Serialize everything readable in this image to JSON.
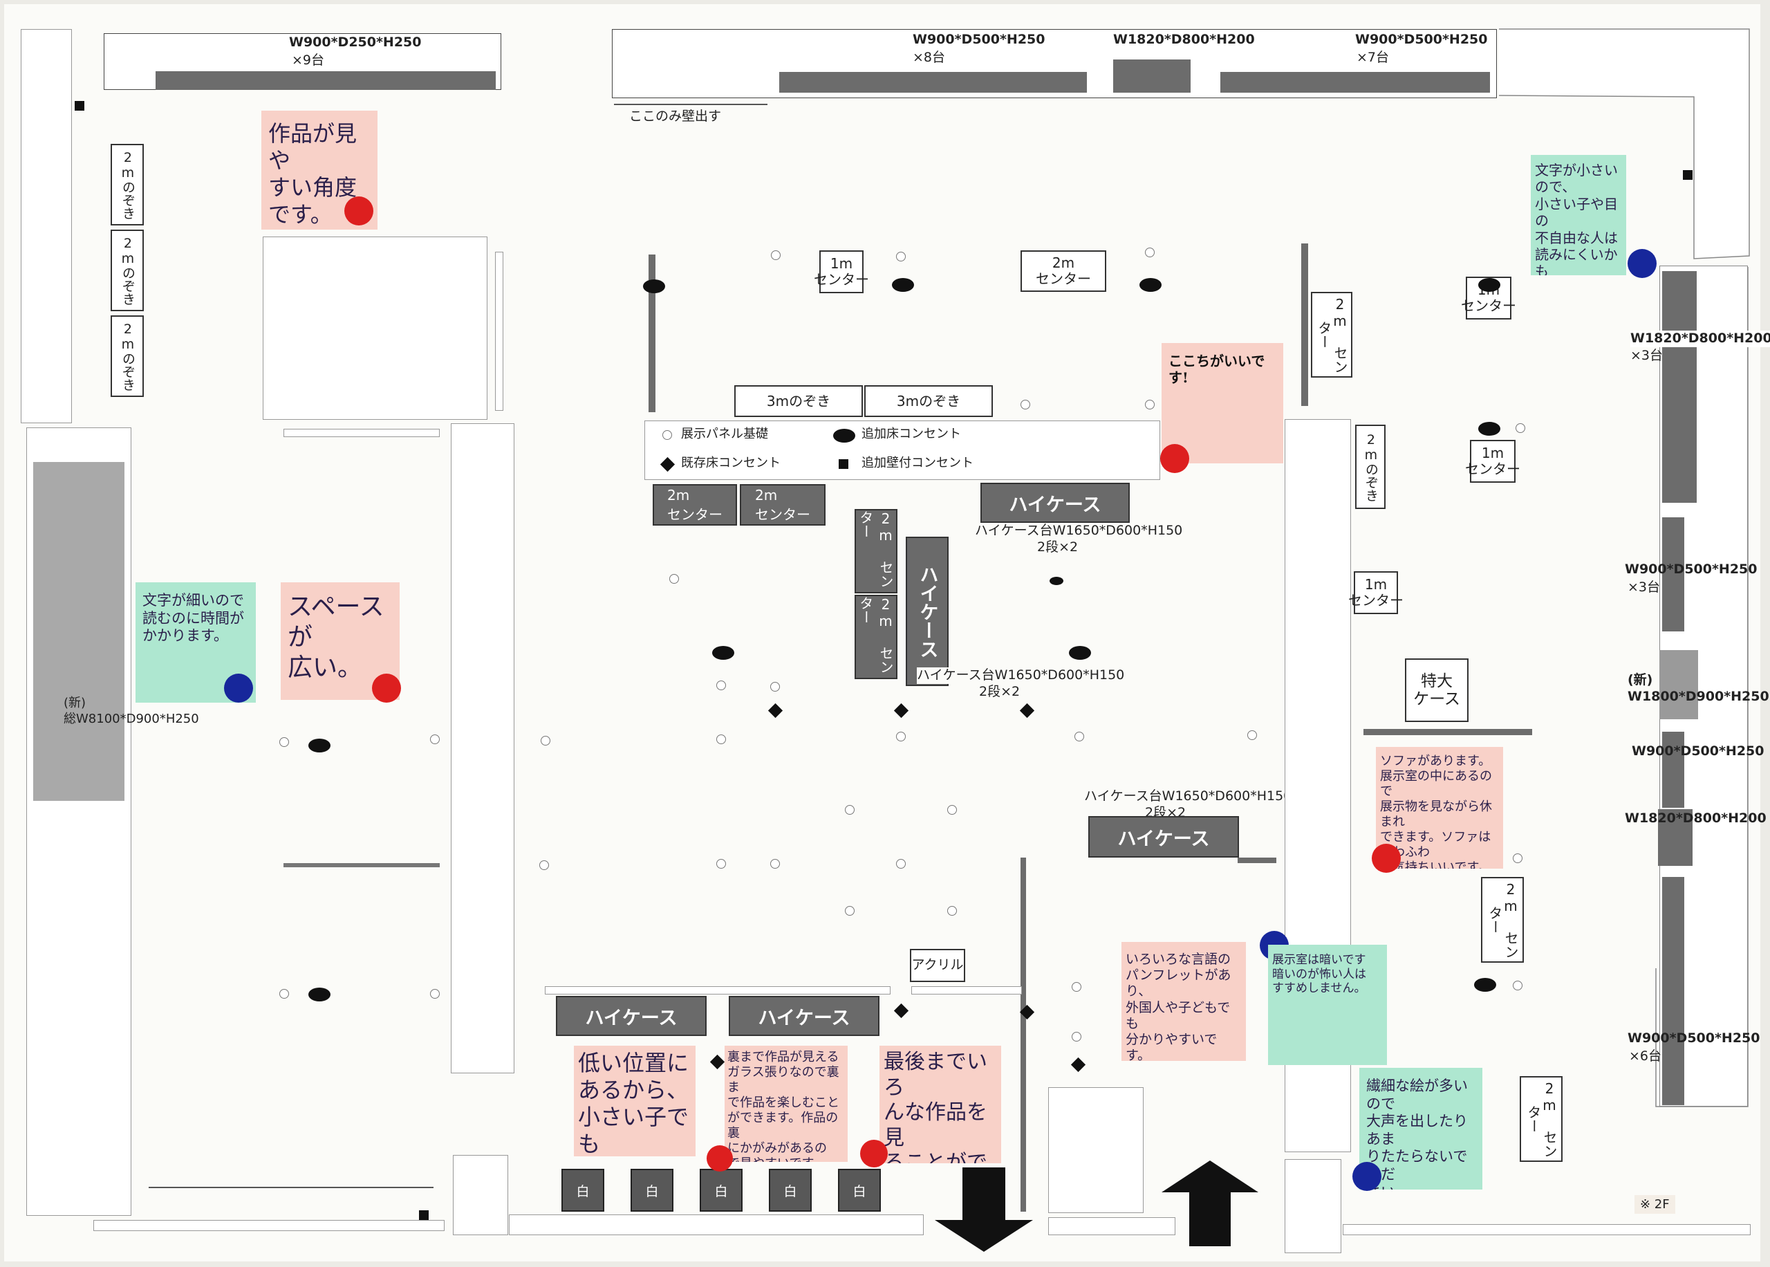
{
  "walls": {
    "top_left": {
      "spec": "W900*D250*H250",
      "count": "×9台"
    },
    "top_center_left": {
      "spec": "W900*D500*H250",
      "count": "×8台"
    },
    "top_center": {
      "spec": "W1820*D800*H200"
    },
    "top_center_right": {
      "spec": "W900*D500*H250",
      "count": "×7台"
    },
    "wall_note": "ここのみ壁出す",
    "right_1": {
      "spec": "W1820*D800*H200",
      "count": "×3台"
    },
    "right_2": {
      "spec": "W900*D500*H250",
      "count": "×3台"
    },
    "right_3": {
      "spec": "(新)\nW1800*D900*H250"
    },
    "right_4": {
      "spec": "W900*D500*H250"
    },
    "right_5": {
      "spec": "W1820*D800*H200"
    },
    "right_6": {
      "spec": "W900*D500*H250",
      "count": "×6台"
    },
    "left_new": {
      "spec": "(新)\n総W8100*D900*H250"
    }
  },
  "boxes": {
    "nozoki_2m": "2mのぞき",
    "nozoki_3m": "3mのぞき",
    "center_1m": "1m\nセンター",
    "center_2m": "2m\nセンター",
    "center_2m_v": "2m センター",
    "tokudai": "特大\nケース",
    "acrylic": "アクリル",
    "shiro": "白"
  },
  "highcase": {
    "label": "ハイケース",
    "stand": "ハイケース台W1650*D600*H150",
    "tiers": "2段×2"
  },
  "legend": {
    "panel_base": "展示パネル基礎",
    "add_floor_outlet": "追加床コンセント",
    "existing_floor_outlet": "既存床コンセント",
    "add_wall_outlet": "追加壁付コンセント"
  },
  "notes": [
    {
      "text": "作品が見や\nすい角度\nです。",
      "color": "pink",
      "pin": "red"
    },
    {
      "text": "文字が小さいので、\n小さい子や目の\n不自由な人は\n読みにくいかも\nしれません。",
      "color": "green",
      "pin": "blue"
    },
    {
      "text": "文字が細いので\n読むのに時間が\nかかります。",
      "color": "green",
      "pin": "blue"
    },
    {
      "text": "スペースが\n広い。",
      "color": "pink",
      "pin": "red"
    },
    {
      "text": "いろいろな言語の\nパンフレットがあり、\n外国人や子どもでも\n分かりやすいです。",
      "color": "pink",
      "pin": "red"
    },
    {
      "text": "ソファがあります。\n展示室の中にあるので\n展示物を見ながら休まれ\nできます。ソファはふわふわ\nで気持ちいいです。",
      "color": "pink",
      "pin": "red"
    },
    {
      "text": "展示室は暗いです\n暗いのが怖い人は\nすすめしません。",
      "color": "green",
      "pin": "blue"
    },
    {
      "text": "繊細な絵が多いので\n大声を出したりあま\nりたたらないでくだ\nさい。",
      "color": "green",
      "pin": "blue"
    },
    {
      "text": "低い位置に\nあるから、\n小さい子でも\n見える。",
      "color": "pink",
      "pin": "red"
    },
    {
      "text": "裏まで作品が見える\nガラス張りなので裏ま\nで作品を楽しむこと\nができます。作品の裏\nにかがみがあるの\nで見やすいです。",
      "color": "pink",
      "pin": "red"
    },
    {
      "text": "最後までいろ\nんな作品を見\nることができ\nて楽しいです。",
      "color": "pink",
      "pin": "red"
    },
    {
      "text": "ここちがいいです!",
      "color": "pink",
      "pin": "red"
    }
  ],
  "footer_mark": "※ 2F",
  "colors": {
    "note_pink": "#f8d1c8",
    "note_green": "#aee7d0",
    "pin_red": "#dd1f1f",
    "pin_blue": "#17279b",
    "case_gray": "#6a6a6a"
  }
}
